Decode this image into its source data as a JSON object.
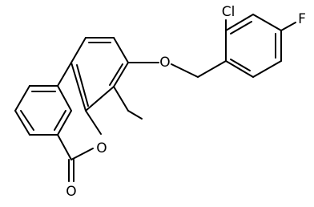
{
  "structure": {
    "atom_labels": {
      "ring_oxygen": "O",
      "carbonyl_oxygen": "O",
      "ether_oxygen": "O",
      "chlorine": "Cl",
      "fluorine": "F"
    },
    "colors": {
      "bond": "#000000",
      "label": "#000000",
      "background": "#ffffff"
    }
  }
}
